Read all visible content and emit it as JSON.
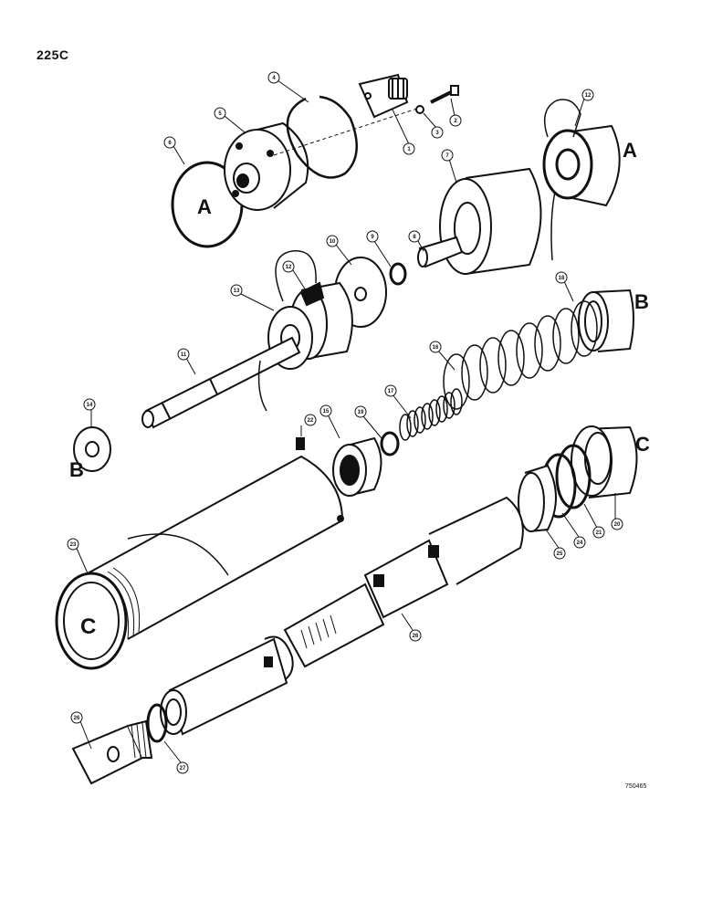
{
  "page_code": "225C",
  "doc_number": "750465",
  "section_marks": [
    "A",
    "A",
    "B",
    "B",
    "C",
    "C"
  ],
  "callouts": [
    "1",
    "2",
    "3",
    "4",
    "5",
    "6",
    "7",
    "8",
    "9",
    "10",
    "11",
    "12",
    "12",
    "13",
    "14",
    "15",
    "16",
    "17",
    "18",
    "19",
    "20",
    "21",
    "22",
    "23",
    "24",
    "25",
    "26",
    "26",
    "27"
  ]
}
